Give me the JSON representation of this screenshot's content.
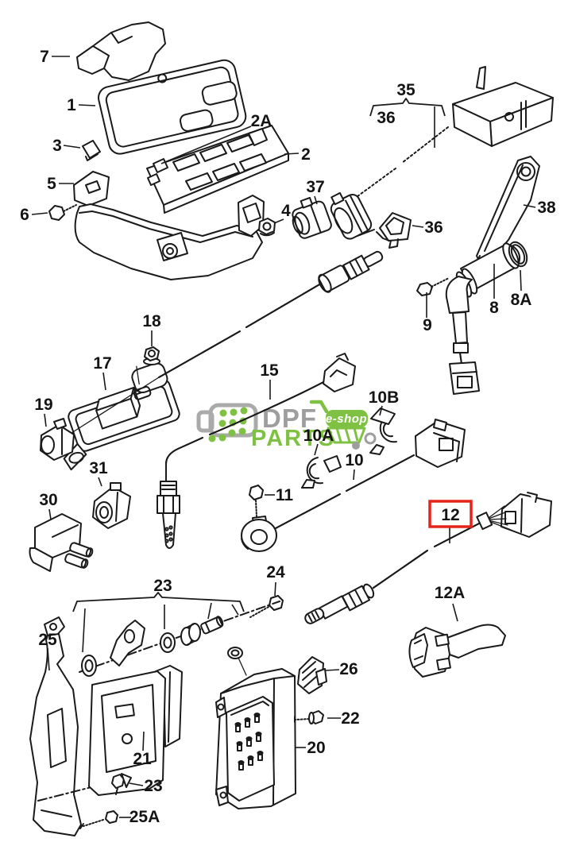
{
  "diagram": {
    "type": "exploded-parts-diagram",
    "background": "#ffffff",
    "line_color": "#1a1a1a",
    "highlight": {
      "label": "12",
      "box_color": "#e5231b"
    },
    "watermark": {
      "word1": "DPF",
      "word2": "PARTS",
      "badge": "e-shop",
      "green": "#7fc143",
      "gray": "#9e9e9e",
      "icons": [
        "dpf-filter-icon",
        "shopping-cart-icon"
      ]
    },
    "callouts": [
      {
        "id": "7",
        "text": "7"
      },
      {
        "id": "1",
        "text": "1"
      },
      {
        "id": "3",
        "text": "3"
      },
      {
        "id": "2A",
        "text": "2A"
      },
      {
        "id": "2",
        "text": "2"
      },
      {
        "id": "5",
        "text": "5"
      },
      {
        "id": "6",
        "text": "6"
      },
      {
        "id": "4",
        "text": "4"
      },
      {
        "id": "35",
        "text": "35"
      },
      {
        "id": "36-harness",
        "text": "36"
      },
      {
        "id": "37",
        "text": "37"
      },
      {
        "id": "36-clip",
        "text": "36"
      },
      {
        "id": "38",
        "text": "38"
      },
      {
        "id": "8",
        "text": "8"
      },
      {
        "id": "8A",
        "text": "8A"
      },
      {
        "id": "9",
        "text": "9"
      },
      {
        "id": "18",
        "text": "18"
      },
      {
        "id": "17",
        "text": "17"
      },
      {
        "id": "19",
        "text": "19"
      },
      {
        "id": "15",
        "text": "15"
      },
      {
        "id": "10B",
        "text": "10B"
      },
      {
        "id": "10A",
        "text": "10A"
      },
      {
        "id": "10",
        "text": "10"
      },
      {
        "id": "11",
        "text": "11"
      },
      {
        "id": "31",
        "text": "31"
      },
      {
        "id": "30",
        "text": "30"
      },
      {
        "id": "12",
        "text": "12",
        "highlighted": true
      },
      {
        "id": "12A",
        "text": "12A"
      },
      {
        "id": "24",
        "text": "24"
      },
      {
        "id": "23-group",
        "text": "23"
      },
      {
        "id": "25",
        "text": "25"
      },
      {
        "id": "21",
        "text": "21"
      },
      {
        "id": "23-clip",
        "text": "23"
      },
      {
        "id": "25A",
        "text": "25A"
      },
      {
        "id": "26",
        "text": "26"
      },
      {
        "id": "22",
        "text": "22"
      },
      {
        "id": "20",
        "text": "20"
      }
    ]
  }
}
